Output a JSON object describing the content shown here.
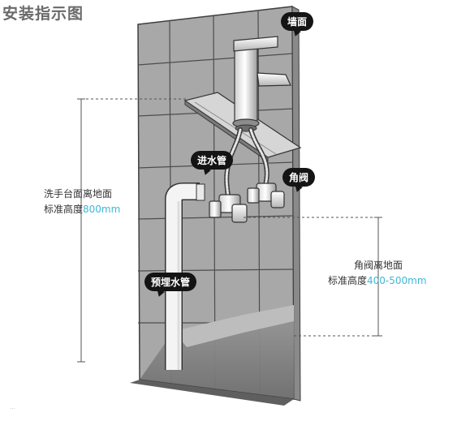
{
  "title": "安装指示图",
  "labels": {
    "wall": "墙面",
    "inlet_pipe": "进水管",
    "angle_valve": "角阀",
    "embedded_pipe": "预埋水管"
  },
  "annotations": {
    "basin": {
      "line1": "洗手台面离地面",
      "line2_prefix": "标准高度",
      "line2_value": "800mm"
    },
    "valve": {
      "line1": "角阀离地面",
      "line2_prefix": "标准高度",
      "line2_value": "400-500mm"
    }
  },
  "watermark": "...",
  "colors": {
    "accent": "#3fb8d6",
    "wall_tile": "#a7a7a7",
    "grout": "#4d4d4d",
    "floor": "#8f8f8f",
    "bubble": "#141414"
  }
}
